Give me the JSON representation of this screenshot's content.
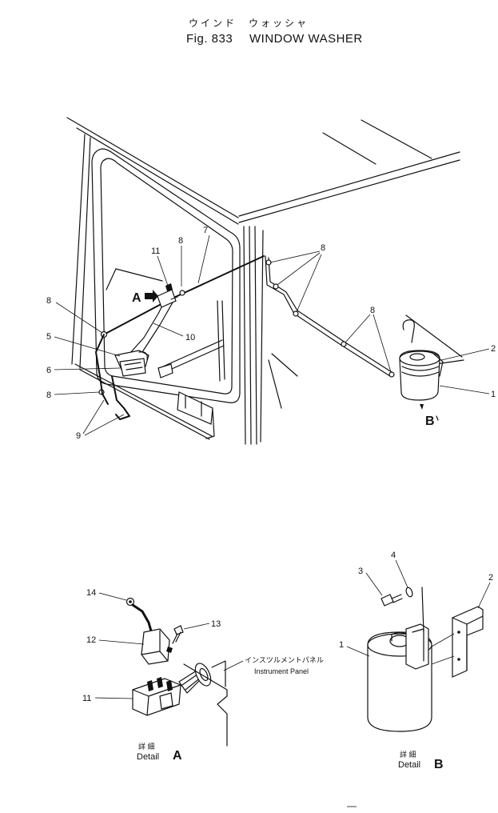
{
  "title": {
    "japanese": "ウインド　ウォッシャ",
    "figure_number": "Fig. 833",
    "english": "WINDOW WASHER"
  },
  "main_view": {
    "callouts": {
      "c7": "7",
      "c8_top": "8",
      "c11": "11",
      "c8_left_top": "8",
      "c10": "10",
      "c5": "5",
      "c6": "6",
      "c8_left_bottom": "8",
      "c9": "9",
      "c8_right_top": "8",
      "c8_right_mid": "8",
      "c2": "2",
      "c1": "1"
    },
    "view_a_letter": "A",
    "view_b_letter": "B"
  },
  "detail_a": {
    "callouts": {
      "c14": "14",
      "c12": "12",
      "c13": "13",
      "c11": "11"
    },
    "instrument_panel_jp": "インスツルメントパネル",
    "instrument_panel_en": "Instrument Panel",
    "caption_jp": "詳 細",
    "caption_en": "Detail",
    "caption_letter": "A"
  },
  "detail_b": {
    "callouts": {
      "c4": "4",
      "c3": "3",
      "c2": "2",
      "c1": "1"
    },
    "caption_jp": "詳 細",
    "caption_en": "Detail",
    "caption_letter": "B"
  }
}
